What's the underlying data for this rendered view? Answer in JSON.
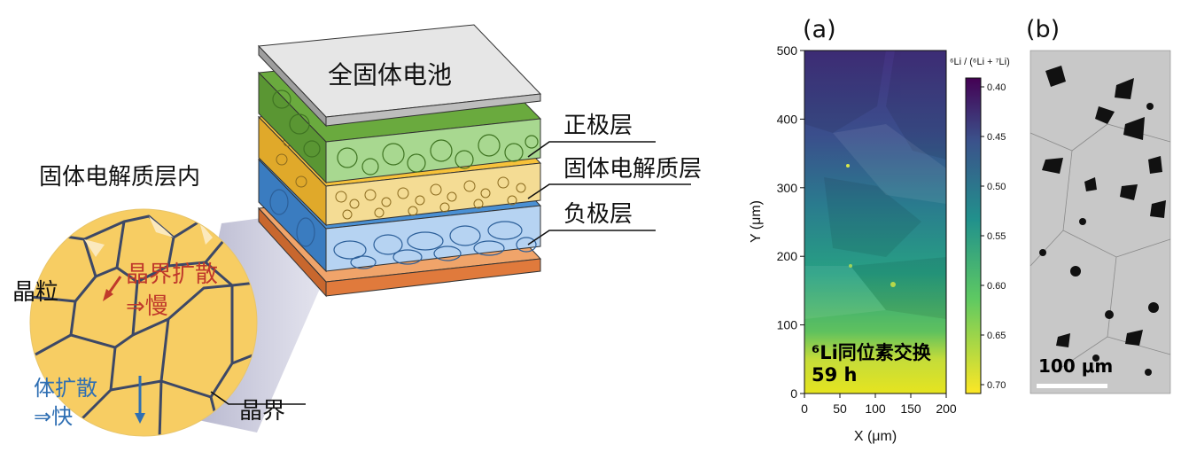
{
  "diagram": {
    "stack_top_label": "全固体电池",
    "layer_labels": {
      "cathode": "正极层",
      "electrolyte": "固体电解质层",
      "anode": "负极层"
    },
    "zoom_title": "固体电解质层内",
    "grain_label": "晶粒",
    "boundary_label": "晶界",
    "gb_diffusion": {
      "line1": "晶界扩散",
      "line2": "⇒慢"
    },
    "bulk_diffusion": {
      "line1": "体扩散",
      "line2": "⇒快"
    },
    "colors": {
      "cathode": "#6aaa3e",
      "electrolyte": "#f5c73a",
      "anode": "#4a90d4",
      "collector": "#e8874a",
      "top": "#d8d8d8",
      "grain": "#f7cd63",
      "gb_text": "#c0392b",
      "bulk_text": "#2f6fb3"
    }
  },
  "panel_a": {
    "label": "(a)",
    "xlabel": "X (μm)",
    "ylabel": "Y (μm)",
    "x_ticks": [
      "0",
      "50",
      "100",
      "150",
      "200"
    ],
    "y_ticks": [
      "0",
      "100",
      "200",
      "300",
      "400",
      "500"
    ],
    "colorbar_title": "⁶Li / (⁶Li + ⁷Li)",
    "colorbar_ticks": [
      "0.40",
      "0.45",
      "0.50",
      "0.55",
      "0.60",
      "0.65",
      "0.70"
    ],
    "annotation_line1": "⁶Li同位素交换",
    "annotation_line2": "59 h"
  },
  "panel_b": {
    "label": "(b)",
    "scale_label": "100 μm"
  }
}
